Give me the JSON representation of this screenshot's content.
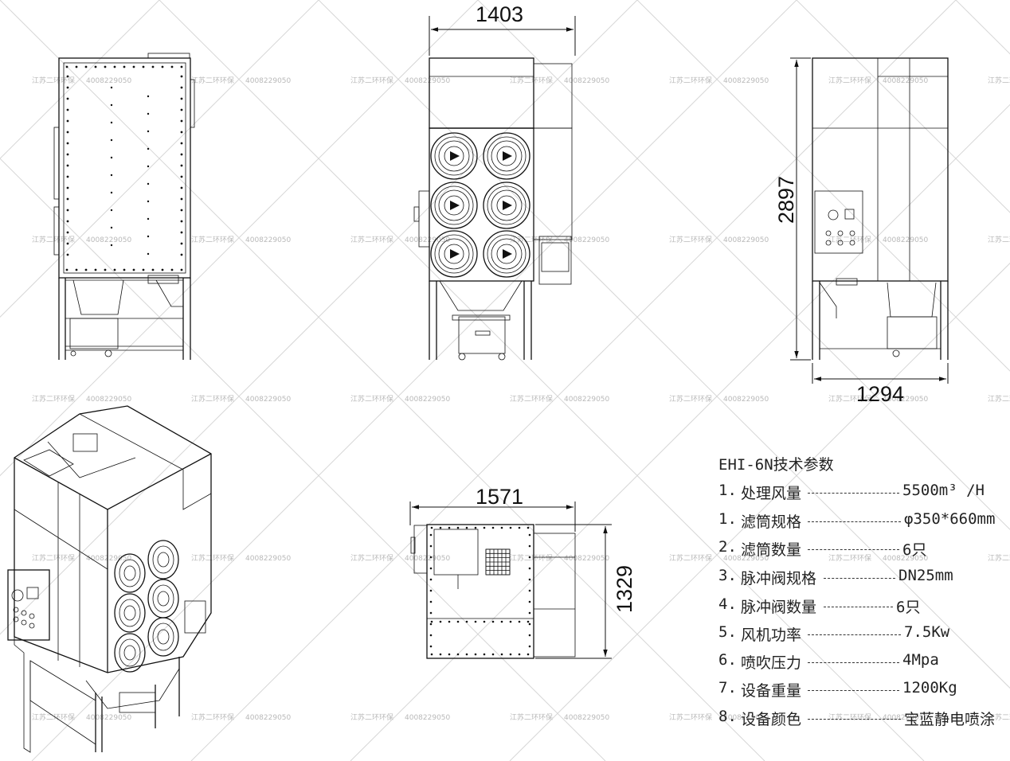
{
  "dimensions": {
    "front_width": "1403",
    "side_height": "2897",
    "side_width": "1294",
    "plan_width": "1571",
    "plan_depth": "1329"
  },
  "watermark": {
    "company": "江苏二环环保",
    "phone": "4008229050"
  },
  "spec": {
    "title": "EHI-6N技术参数",
    "rows": [
      {
        "num": "1.",
        "label": "处理风量",
        "value": "5500m³ /H"
      },
      {
        "num": "1.",
        "label": "滤筒规格",
        "value": "φ350*660mm"
      },
      {
        "num": "2.",
        "label": "滤筒数量",
        "value": "6只"
      },
      {
        "num": "3.",
        "label": "脉冲阀规格",
        "value": "DN25mm"
      },
      {
        "num": "4.",
        "label": "脉冲阀数量",
        "value": "6只"
      },
      {
        "num": "5.",
        "label": "风机功率",
        "value": "7.5Kw"
      },
      {
        "num": "6.",
        "label": "喷吹压力",
        "value": "4Mpa"
      },
      {
        "num": "7.",
        "label": "设备重量",
        "value": "1200Kg"
      },
      {
        "num": "8.",
        "label": "设备颜色",
        "value": "宝蓝静电喷涂"
      }
    ]
  },
  "colors": {
    "line": "#111111",
    "watermark": "#b9b9b9"
  }
}
